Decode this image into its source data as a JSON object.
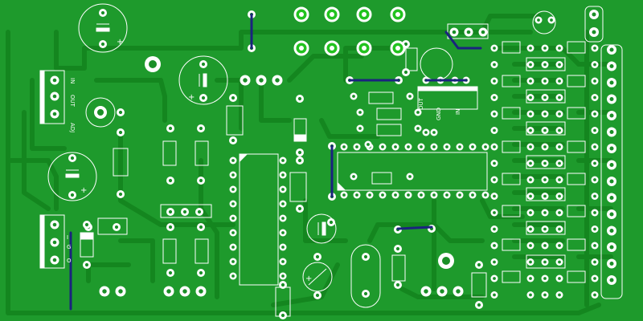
{
  "board": {
    "colors": {
      "board": "#1e9a2c",
      "trace": "#14861f",
      "silk": "#ffffff",
      "pad": "#ffffff",
      "hole": "#1a8f27",
      "jumper": "#1a237e",
      "led": "#22c31f"
    }
  },
  "labels": {
    "reg_adj": "ADJ",
    "reg_out": "OUT",
    "reg_in": "IN",
    "reg2_out": "OUT",
    "reg2_gnd": "GND",
    "reg2_in": "IN",
    "reg2_i": "I",
    "reg2_g": "G",
    "reg2_o": "O",
    "cap_plus": "+"
  }
}
